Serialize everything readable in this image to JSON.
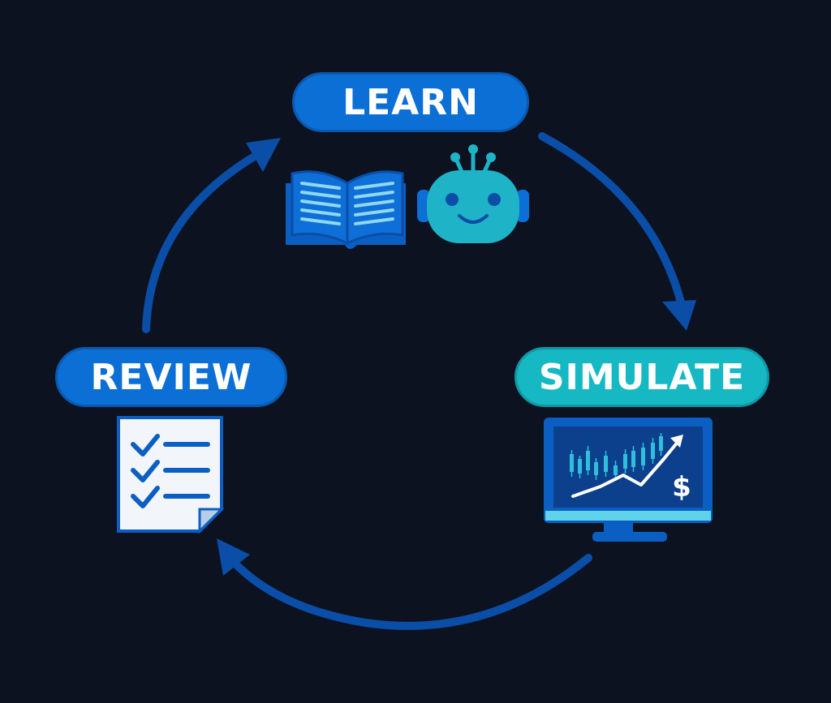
{
  "stages": {
    "learn": {
      "label": "LEARN",
      "icons": [
        "open-book-icon",
        "robot-icon"
      ]
    },
    "simulate": {
      "label": "SIMULATE",
      "icons": [
        "chart-monitor-icon"
      ],
      "monitor_symbol": "$"
    },
    "review": {
      "label": "REVIEW",
      "icons": [
        "checklist-icon"
      ]
    }
  },
  "colors": {
    "background": "#0c1220",
    "primary_blue": "#0b6fd6",
    "arrow_blue": "#0a4ea8",
    "teal": "#16b8c4",
    "robot_teal": "#1fb3c7"
  }
}
